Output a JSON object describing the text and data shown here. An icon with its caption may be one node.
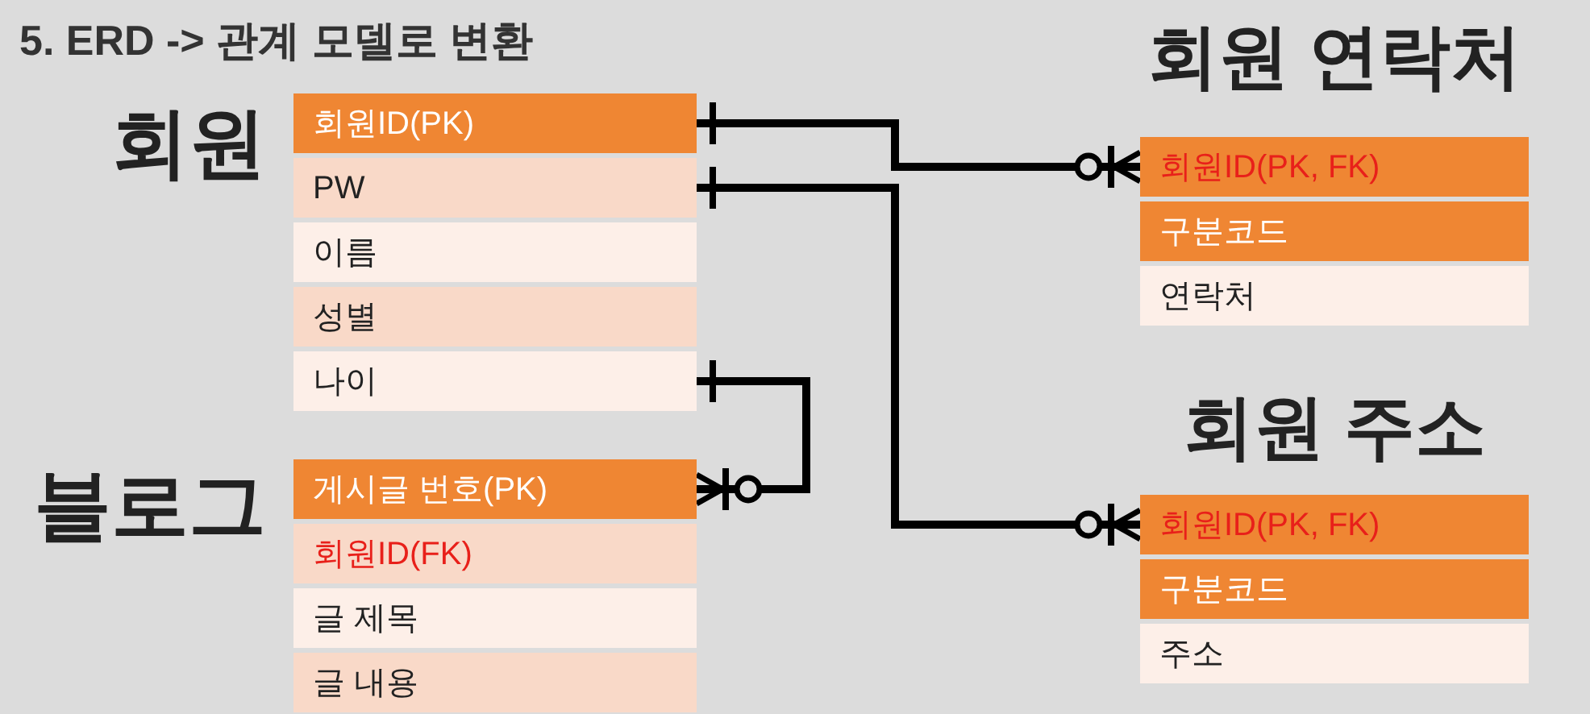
{
  "diagram": {
    "title": "5. ERD -> 관계 모델로 변환",
    "nodes": [
      {
        "text": [
          "회원"
        ]
      },
      {
        "text": [
          "회원ID(PK)"
        ],
        "in": 0
      },
      {
        "text": [
          "PW"
        ],
        "in": 0
      },
      {
        "text": [
          "이름"
        ],
        "in": 0
      },
      {
        "text": [
          "성별"
        ],
        "in": 0
      },
      {
        "text": [
          "나이"
        ],
        "in": 0
      },
      {
        "text": [
          "블로그"
        ]
      },
      {
        "text": [
          "게시글 번호(PK)"
        ],
        "in": 6
      },
      {
        "text": [
          "회원ID(FK)"
        ],
        "in": 6
      },
      {
        "text": [
          "글 제목"
        ],
        "in": 6
      },
      {
        "text": [
          "글 내용"
        ],
        "in": 6
      },
      {
        "text": [
          "회원 연락처"
        ]
      },
      {
        "text": [
          "회원ID(PK, FK)"
        ],
        "in": 11
      },
      {
        "text": [
          "구분코드"
        ],
        "in": 11
      },
      {
        "text": [
          "연락처"
        ],
        "in": 11
      },
      {
        "text": [
          "회원 주소"
        ]
      },
      {
        "text": [
          "회원ID(PK, FK)"
        ],
        "in": 15
      },
      {
        "text": [
          "구분코드"
        ],
        "in": 15
      },
      {
        "text": [
          "주소"
        ],
        "in": 15
      }
    ],
    "edges": [
      {
        "from": 1,
        "to": 12,
        "arrow": "other"
      },
      {
        "from": 2,
        "to": 16,
        "arrow": "other"
      },
      {
        "from": 5,
        "to": 7,
        "arrow": "other"
      }
    ]
  }
}
